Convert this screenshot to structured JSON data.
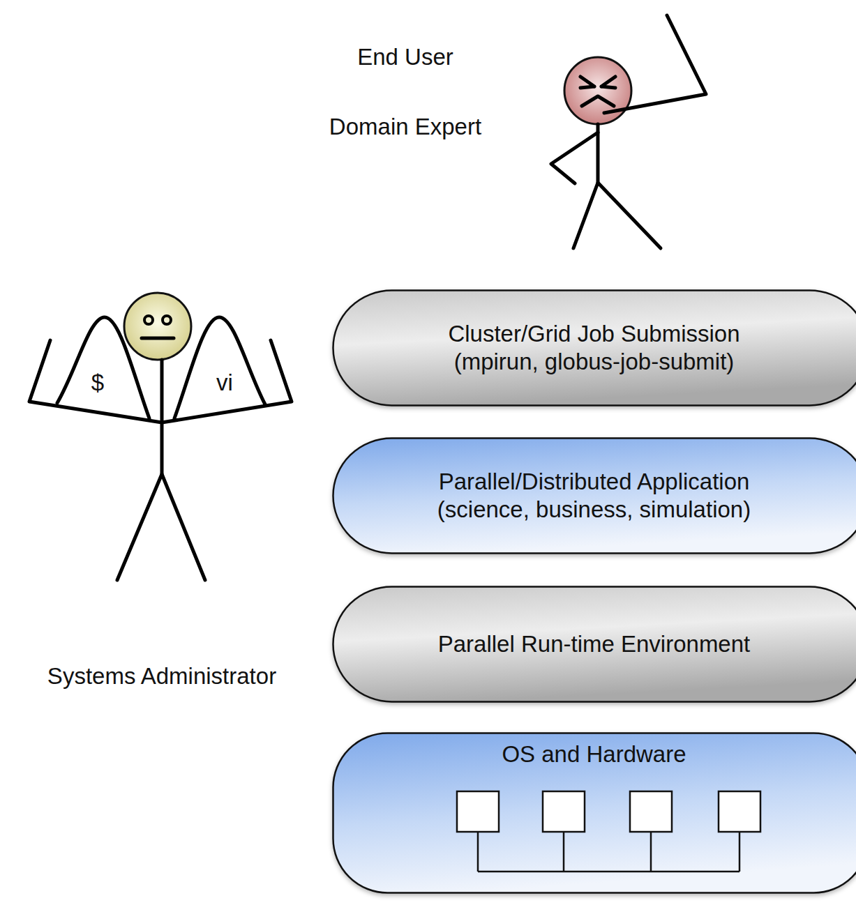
{
  "diagram": {
    "nodes": [
      {
        "text": [
          "Cluster/Grid Job Submission",
          "(mpirun, globus-job-submit)"
        ]
      },
      {
        "text": [
          "Parallel/Distributed Application",
          "(science, business, simulation)"
        ]
      },
      {
        "text": [
          "Parallel Run-time Environment"
        ]
      },
      {
        "text": [
          "OS  and Hardware"
        ]
      }
    ],
    "labels": [
      "End User",
      "Domain Expert",
      "$",
      "vi",
      "Systems Administrator"
    ]
  }
}
